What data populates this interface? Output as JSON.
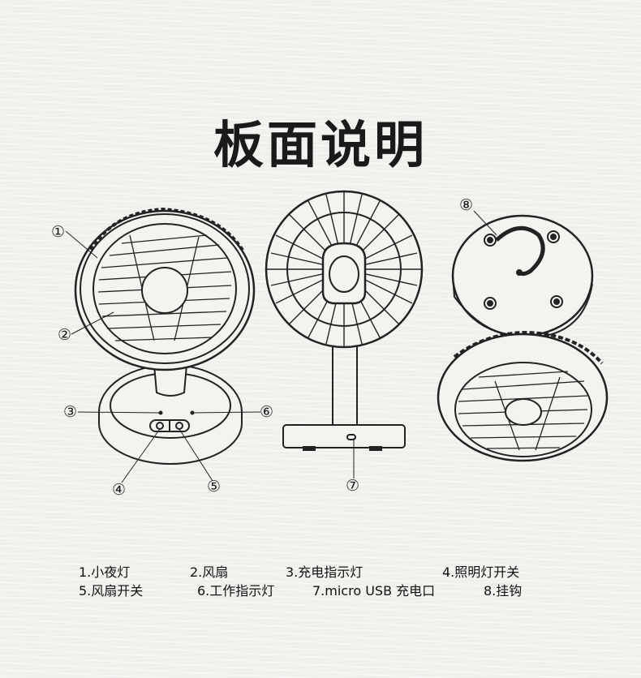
{
  "title": "板面说明",
  "callouts": [
    "①",
    "②",
    "③",
    "④",
    "⑤",
    "⑥",
    "⑦",
    "⑧"
  ],
  "legend": {
    "row1": [
      "1.小夜灯",
      "2.风扇",
      "3.充电指示灯",
      "4.照明灯开关"
    ],
    "row2": [
      "5.风扇开关",
      "6.工作指示灯",
      "7.micro USB 充电口",
      "8.挂钩"
    ]
  }
}
